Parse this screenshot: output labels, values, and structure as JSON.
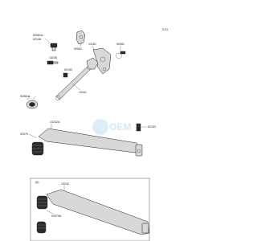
{
  "diagram": {
    "page_code": "E119",
    "watermark_text": "OEM",
    "part_labels": {
      "p92081_92148": "92081A\n92148",
      "p92081": "92081",
      "p13161_top": "13161",
      "p92081b": "92081",
      "p13236": "13236",
      "p92153": "92153",
      "p13161_mid": "13161",
      "p92081c": "92081A",
      "p13242a": "13242A",
      "p92075": "92075",
      "p92153b": "92153",
      "p16001": "(6)",
      "p13242b": "13242",
      "p92075b": "92075A"
    }
  }
}
